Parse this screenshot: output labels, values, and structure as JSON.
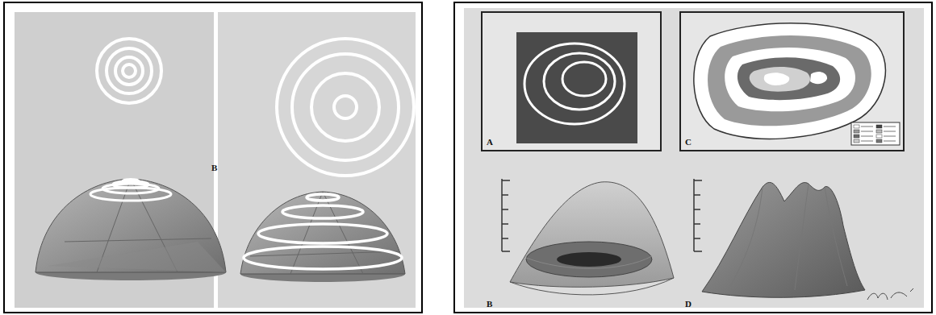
{
  "diagram": {
    "labels": [
      "B",
      "A",
      "B",
      "C",
      "D"
    ]
  }
}
